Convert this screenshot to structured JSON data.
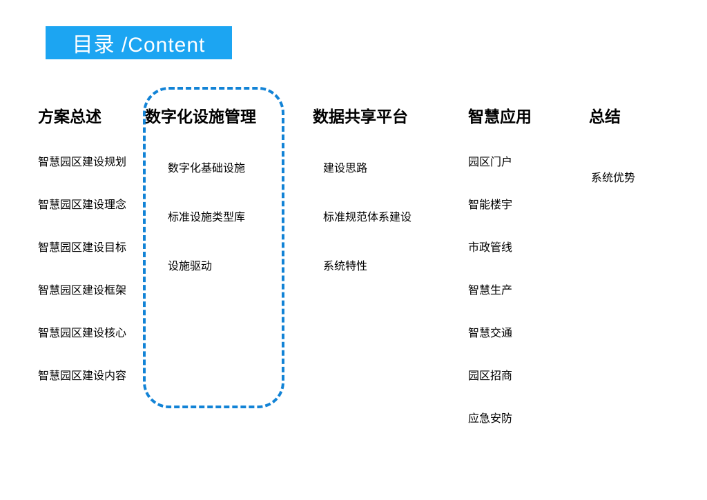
{
  "slide": {
    "title": "目录 /Content",
    "colors": {
      "background": "#FFFFFF",
      "accent": "#1CA5F2",
      "highlight_border": "#1283D6",
      "text": "#000000",
      "title_text": "#FFFFFF"
    }
  },
  "sections": [
    {
      "header": "方案总述",
      "highlighted": false,
      "items": [
        "智慧园区建设规划",
        "智慧园区建设理念",
        "智慧园区建设目标",
        "智慧园区建设框架",
        "智慧园区建设核心",
        "智慧园区建设内容"
      ]
    },
    {
      "header": "数字化设施管理",
      "highlighted": true,
      "items": [
        "数字化基础设施",
        "标准设施类型库",
        "设施驱动"
      ]
    },
    {
      "header": "数据共享平台",
      "highlighted": false,
      "items": [
        "建设思路",
        "标准规范体系建设",
        "系统特性"
      ]
    },
    {
      "header": "智慧应用",
      "highlighted": false,
      "items": [
        "园区门户",
        "智能楼宇",
        "市政管线",
        "智慧生产",
        "智慧交通",
        "园区招商",
        "应急安防"
      ]
    },
    {
      "header": "总结",
      "highlighted": false,
      "items": [
        "系统优势"
      ]
    }
  ]
}
